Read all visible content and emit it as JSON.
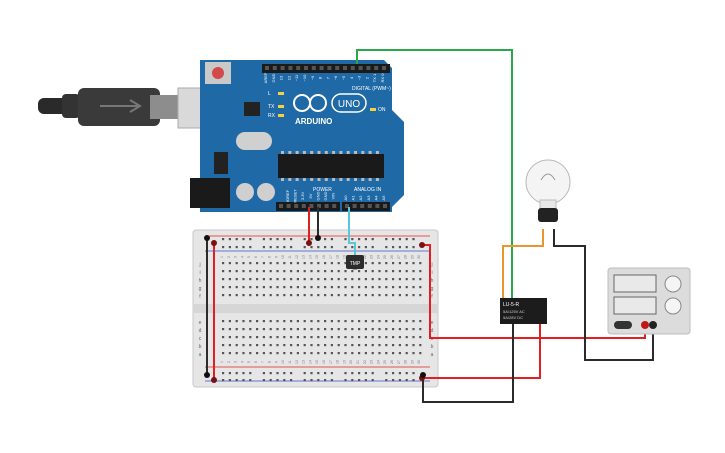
{
  "arduino": {
    "brand": "ARDUINO",
    "model": "UNO",
    "digital_header": "DIGITAL (PWM~)",
    "power_header": "POWER",
    "analog_header": "ANALOG IN",
    "led_l": "L",
    "led_tx": "TX",
    "led_rx": "RX",
    "on_label": "ON",
    "digital_pins": [
      "AREF",
      "GND",
      "13",
      "12",
      "~11",
      "~10",
      "~9",
      "8",
      "7",
      "~6",
      "~5",
      "4",
      "~3",
      "2",
      "TX 1",
      "RX 0"
    ],
    "power_pins": [
      "IOREF",
      "RESET",
      "3.3V",
      "5V",
      "GND",
      "GND",
      "VIN"
    ],
    "analog_pins": [
      "A0",
      "A1",
      "A2",
      "A3",
      "A4",
      "A5"
    ]
  },
  "sensor": {
    "label": "TMP"
  },
  "relay": {
    "model": "LU-5-R",
    "rating_ac": "5A/125V AC",
    "rating_dc": "5A/28V DC"
  },
  "breadboard": {
    "row_letters_top": [
      "j",
      "i",
      "h",
      "g",
      "f"
    ],
    "row_letters_bottom": [
      "e",
      "d",
      "c",
      "b",
      "a"
    ],
    "column_numbers": [
      "1",
      "2",
      "3",
      "4",
      "5",
      "6",
      "7",
      "8",
      "9",
      "10",
      "11",
      "12",
      "13",
      "14",
      "15",
      "16",
      "17",
      "18",
      "19",
      "20",
      "21",
      "22",
      "23",
      "24",
      "25",
      "26",
      "27",
      "28",
      "29",
      "30"
    ]
  },
  "colors": {
    "arduino_board": "#1f6aa6",
    "wire_red": "#e02020",
    "wire_black": "#2b2b2b",
    "wire_green": "#2aa84a",
    "wire_cyan": "#58c7d8",
    "wire_orange": "#e8962e",
    "breadboard": "#e6e6e6",
    "relay": "#1c1c1c",
    "power_supply": "#dcdcdc"
  }
}
